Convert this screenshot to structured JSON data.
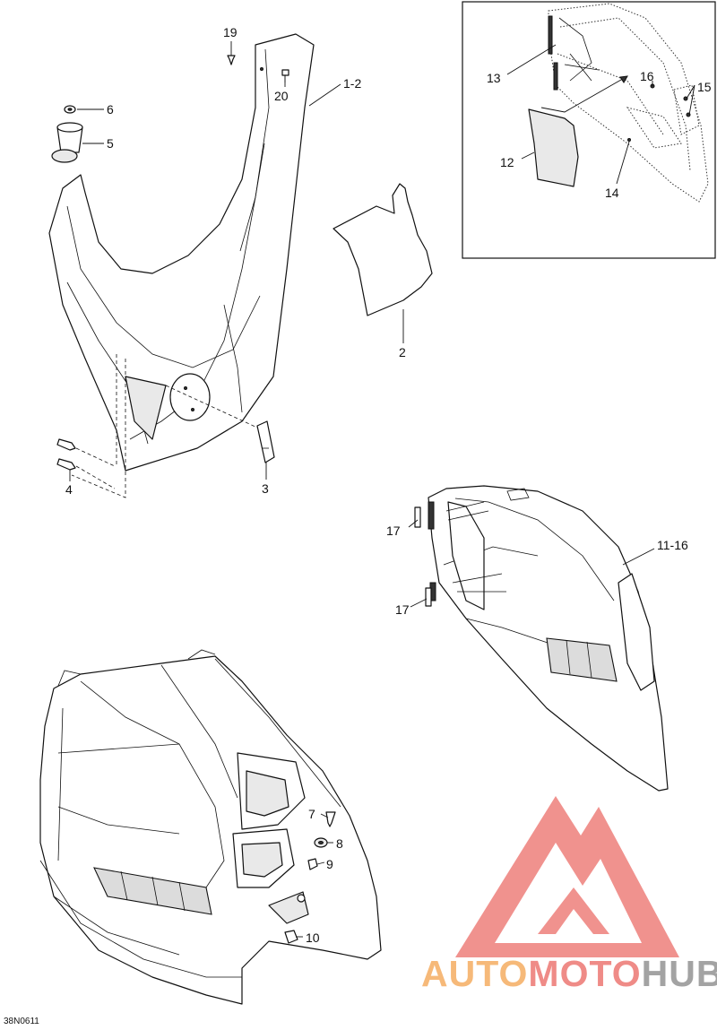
{
  "diagram": {
    "drawing_code": "38N0611",
    "callouts": {
      "c1_2": "1-2",
      "c2": "2",
      "c3": "3",
      "c4": "4",
      "c5": "5",
      "c6": "6",
      "c7": "7",
      "c8": "8",
      "c9": "9",
      "c10": "10",
      "c11_16": "11-16",
      "c12": "12",
      "c13": "13",
      "c14": "14",
      "c15": "15",
      "c16": "16",
      "c17a": "17",
      "c17b": "17",
      "c19": "19",
      "c20": "20"
    }
  },
  "watermark": {
    "part1": "AUTO",
    "part2": "MOTO",
    "part3": "HUB",
    "color_orange": "#f6b26b",
    "color_red": "#ee7f7b",
    "color_gray": "#9a9a9a"
  }
}
